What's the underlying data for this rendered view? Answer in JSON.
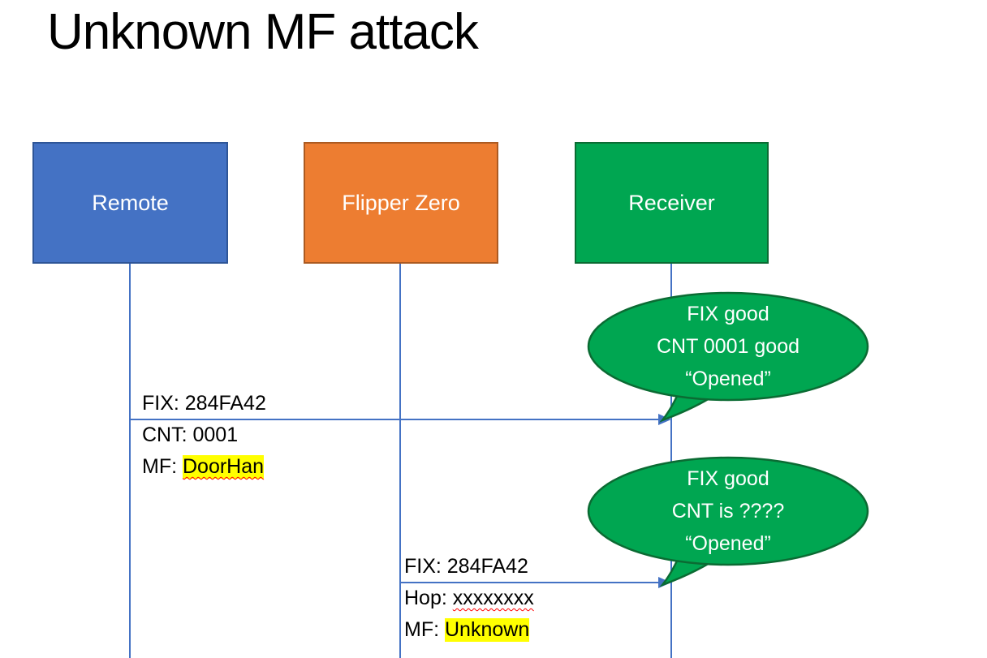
{
  "title": "Unknown MF attack",
  "colors": {
    "remote_fill": "#4472C4",
    "remote_border": "#2E5597",
    "flipper_fill": "#ED7D31",
    "flipper_border": "#AC5A21",
    "receiver_fill": "#00A651",
    "receiver_border": "#0B6B33",
    "connector": "#4472C4",
    "highlight": "#FFFF00",
    "squiggle": "#FF0000",
    "bubble_fill": "#00A651",
    "bubble_border": "#0B6B33"
  },
  "actors": [
    {
      "label": "Remote"
    },
    {
      "label": "Flipper Zero"
    },
    {
      "label": "Receiver"
    }
  ],
  "messages": [
    {
      "from": "Remote",
      "to": "Receiver",
      "lines": [
        {
          "text": "FIX: 284FA42"
        },
        {
          "text": "CNT: 0001"
        },
        {
          "prefix": "MF: ",
          "value": "DoorHan"
        }
      ]
    },
    {
      "from": "Flipper Zero",
      "to": "Receiver",
      "lines": [
        {
          "text": "FIX: 284FA42"
        },
        {
          "prefix": "Hop: ",
          "value": "xxxxxxxx"
        },
        {
          "prefix": "MF: ",
          "value": "Unknown"
        }
      ]
    }
  ],
  "bubbles": [
    {
      "lines": [
        "FIX good",
        "CNT 0001 good",
        "“Opened”"
      ]
    },
    {
      "lines": [
        "FIX good",
        "CNT is ????",
        "“Opened”"
      ]
    }
  ]
}
